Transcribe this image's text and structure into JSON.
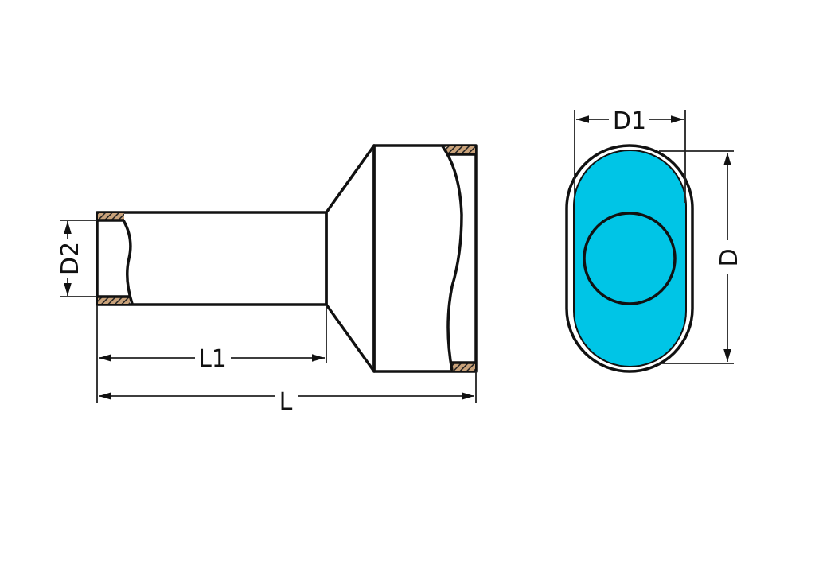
{
  "diagram": {
    "colors": {
      "sleeve": "#FDB97E",
      "collar": "#00C5E6",
      "outline": "#111111"
    },
    "dimensions": {
      "d2": "D2",
      "l1": "L1",
      "l": "L",
      "d1": "D1",
      "d": "D"
    }
  }
}
